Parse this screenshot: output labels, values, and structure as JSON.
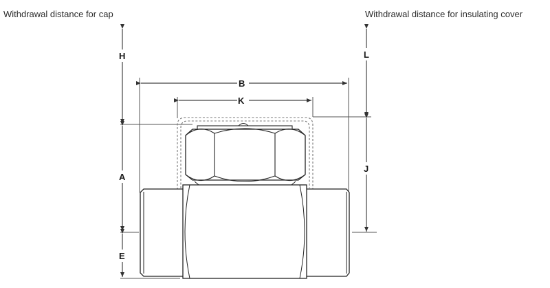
{
  "captions": {
    "cap_withdrawal": "Withdrawal distance for cap",
    "cover_withdrawal": "Withdrawal distance for insulating cover"
  },
  "dimensions": {
    "H": "H",
    "L": "L",
    "B": "B",
    "K": "K",
    "A": "A",
    "J": "J",
    "E": "E"
  },
  "colors": {
    "line": "#333333",
    "dim_line": "#555555",
    "dashed": "#777777",
    "background": "#ffffff"
  }
}
